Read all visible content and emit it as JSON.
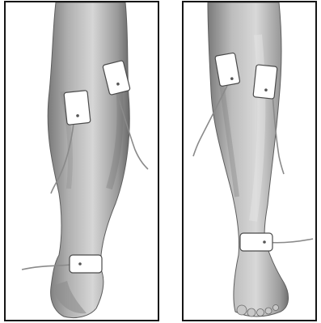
{
  "figure": {
    "panels": [
      {
        "id": "back-view",
        "electrodes": 3,
        "wires": 3
      },
      {
        "id": "front-view",
        "electrodes": 3,
        "wires": 3
      }
    ],
    "colors": {
      "skin_light": "#d6d6d6",
      "skin_mid": "#a8a8a8",
      "skin_dark": "#6e6e6e",
      "electrode_pad": "#ffffff",
      "wire": "#8a8a8a",
      "frame": "#151515"
    }
  }
}
